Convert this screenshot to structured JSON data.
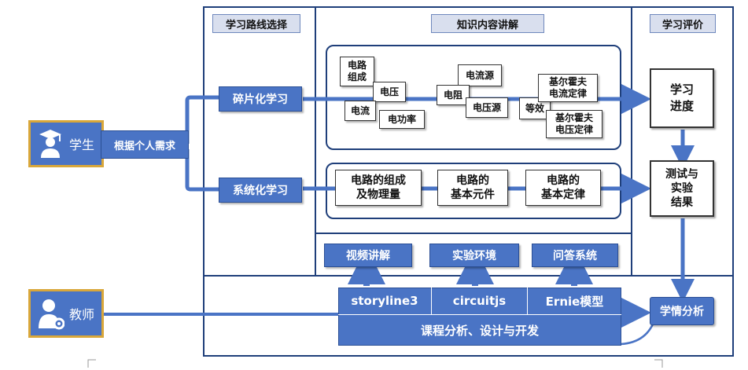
{
  "sections": {
    "route_header": "学习路线选择",
    "content_header": "知识内容讲解",
    "eval_header": "学习评价"
  },
  "student": {
    "label": "学生",
    "need": "根据个人需求"
  },
  "teacher": {
    "label": "教师"
  },
  "routes": {
    "fragment": "碎片化学习",
    "system": "系统化学习"
  },
  "fragment_concepts": {
    "circuit_composition": "电路\n组成",
    "voltage": "电压",
    "current": "电流",
    "power": "电功率",
    "current_source": "电流源",
    "resistance": "电阻",
    "voltage_source": "电压源",
    "equivalent": "等效",
    "kcl": "基尔霍夫\n电流定律",
    "kvl": "基尔霍夫\n电压定律"
  },
  "system_modules": {
    "m1": "电路的组成\n及物理量",
    "m2": "电路的\n基本元件",
    "m3": "电路的\n基本定律"
  },
  "evaluation": {
    "progress": "学习\n进度",
    "test": "测试与\n实验\n结果",
    "analysis": "学情分析"
  },
  "services": [
    "视频讲解",
    "实验环境",
    "问答系统"
  ],
  "tools": [
    "storyline3",
    "circuitjs",
    "Ernie模型"
  ],
  "course_dev": "课程分析、设计与开发",
  "colors": {
    "accent": "#4a74c5",
    "border": "#1f3f7a",
    "header_bg": "#d9dfee",
    "gold": "#d9a73a"
  }
}
